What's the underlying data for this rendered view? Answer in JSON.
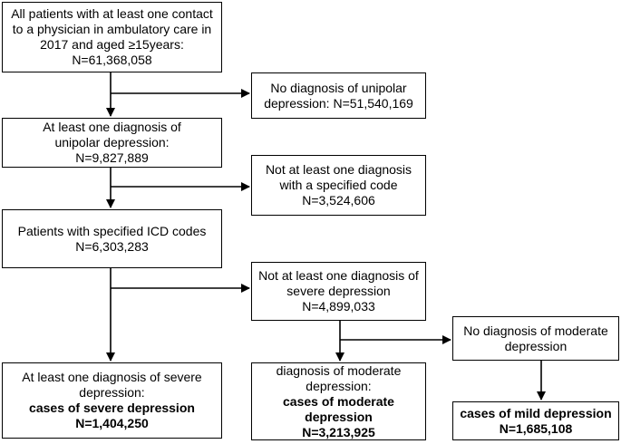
{
  "boxes": {
    "all_patients": {
      "line1": "All patients with at least one contact",
      "line2": "to a physician in ambulatory care in",
      "line3": "2017 and aged ≥15years:",
      "count": "N=61,368,058"
    },
    "no_unipolar": {
      "line1": "No diagnosis of unipolar",
      "line2": "depression:  N=51,540,169"
    },
    "unipolar": {
      "line1": "At least one diagnosis of",
      "line2": "unipolar depression:",
      "count": "N=9,827,889"
    },
    "not_specified": {
      "line1": "Not at least one diagnosis",
      "line2": "with a specified code",
      "count": "N=3,524,606"
    },
    "specified_icd": {
      "line1": "Patients with specified ICD codes",
      "count": "N=6,303,283"
    },
    "not_severe": {
      "line1": "Not at least one diagnosis of",
      "line2": "severe depression",
      "count": "N=4,899,033"
    },
    "no_moderate": {
      "line1": "No diagnosis of moderate",
      "line2": "depression"
    },
    "severe": {
      "line1": "At least one diagnosis of severe",
      "line2": "depression:",
      "bold1": "cases of severe depression",
      "count": "N=1,404,250"
    },
    "moderate": {
      "line1": "diagnosis of moderate",
      "line2": "depression:",
      "bold1": "cases of moderate",
      "bold2": "depression",
      "count": "N=3,213,925"
    },
    "mild": {
      "bold1": "cases of mild depression",
      "count": "N=1,685,108"
    }
  }
}
